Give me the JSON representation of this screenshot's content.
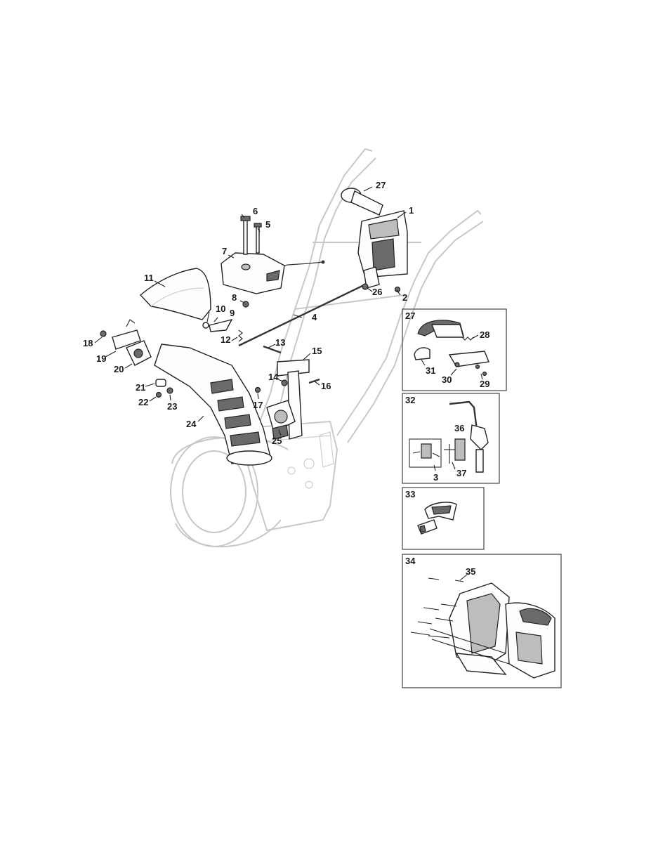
{
  "callouts": {
    "c1": "1",
    "c2": "2",
    "c3": "3",
    "c4": "4",
    "c5": "5",
    "c6": "6",
    "c7": "7",
    "c8": "8",
    "c9": "9",
    "c10": "10",
    "c11": "11",
    "c12": "12",
    "c13": "13",
    "c14": "14",
    "c15": "15",
    "c16": "16",
    "c17": "17",
    "c18": "18",
    "c19": "19",
    "c20": "20",
    "c21": "21",
    "c22": "22",
    "c23": "23",
    "c24": "24",
    "c25": "25",
    "c26": "26",
    "c27": "27",
    "c28": "28",
    "c29": "29",
    "c30": "30",
    "c31": "31",
    "c36": "36",
    "c37": "37",
    "c35": "35"
  },
  "insets": {
    "inset27": "27",
    "inset32": "32",
    "inset33": "33",
    "inset34": "34"
  }
}
